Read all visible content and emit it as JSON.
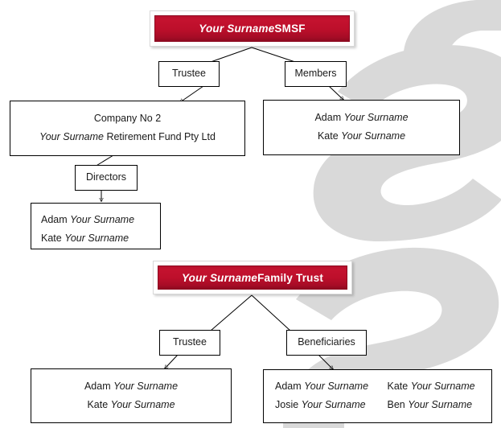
{
  "diagram": {
    "title": "SMSF and Family Trust structure chart",
    "accent_color": "#bd0f2b",
    "box_border_color": "#000000",
    "watermark_color": "#d9d9d9",
    "surname_placeholder": "Your Surname"
  },
  "smsf": {
    "banner": {
      "italic_part": "Your Surname",
      "plain_part": " SMSF"
    },
    "trustee_label": "Trustee",
    "members_label": "Members",
    "company": {
      "line1": "Company No 2",
      "line2_italic": "Your Surname",
      "line2_plain": " Retirement Fund Pty Ltd"
    },
    "members": [
      {
        "first": "Adam ",
        "surname": "Your Surname"
      },
      {
        "first": "Kate ",
        "surname": "Your Surname"
      }
    ],
    "directors_label": "Directors",
    "directors": [
      {
        "first": "Adam ",
        "surname": "Your Surname"
      },
      {
        "first": "Kate ",
        "surname": "Your Surname"
      }
    ]
  },
  "family_trust": {
    "banner": {
      "italic_part": "Your Surname",
      "plain_part": " Family Trust"
    },
    "trustee_label": "Trustee",
    "beneficiaries_label": "Beneficiaries",
    "trustees": [
      {
        "first": "Adam ",
        "surname": "Your Surname"
      },
      {
        "first": "Kate ",
        "surname": "Your Surname"
      }
    ],
    "beneficiaries": [
      {
        "first": "Adam ",
        "surname": "Your Surname"
      },
      {
        "first": "Kate ",
        "surname": "Your Surname"
      },
      {
        "first": "Josie ",
        "surname": "Your Surname"
      },
      {
        "first": "Ben ",
        "surname": "Your Surname"
      }
    ]
  }
}
